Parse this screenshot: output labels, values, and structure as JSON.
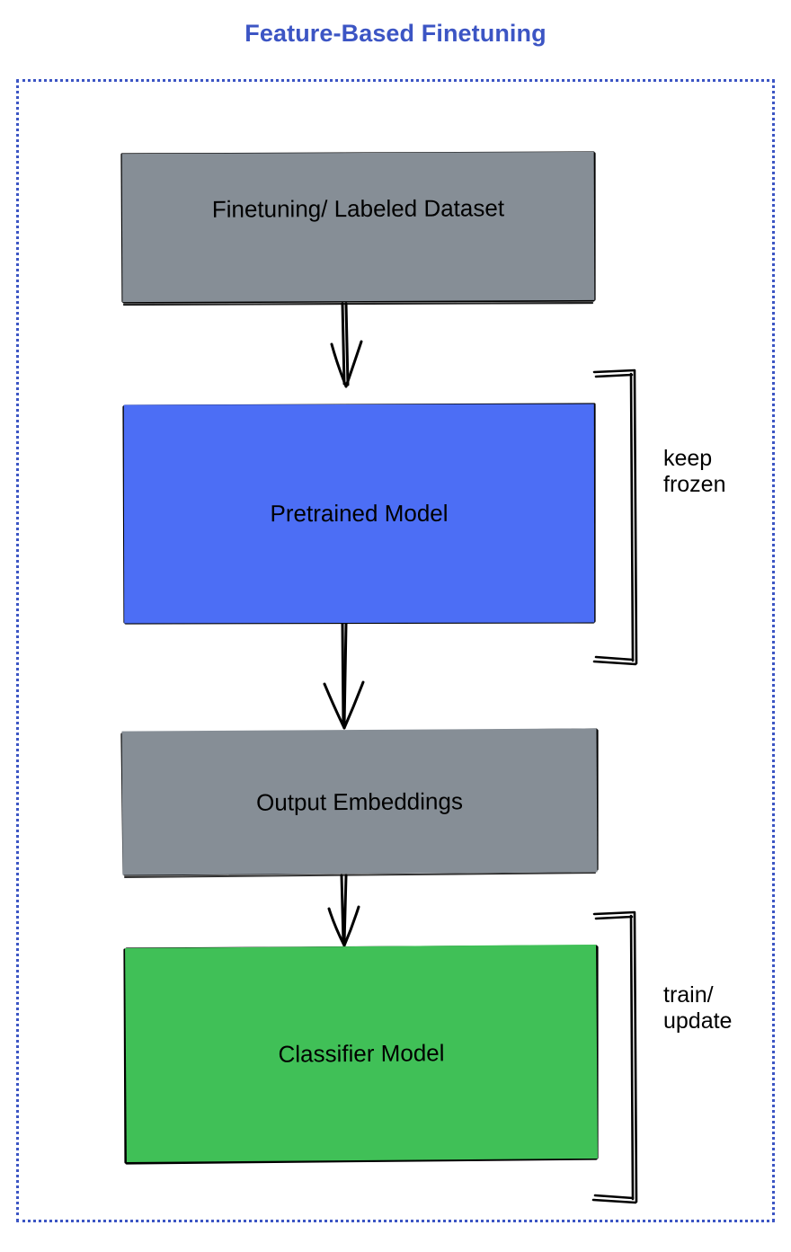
{
  "diagram": {
    "title": "Feature-Based Finetuning",
    "title_color": "#3c55c4",
    "frame": {
      "style": "dotted",
      "color": "#3c55c4"
    },
    "nodes": [
      {
        "id": "dataset",
        "label": "Finetuning/ Labeled Dataset",
        "fill": "#868e96",
        "stroke": "#000000"
      },
      {
        "id": "pretrained",
        "label": "Pretrained Model",
        "fill": "#4c6ef5",
        "stroke": "#000000"
      },
      {
        "id": "embeddings",
        "label": "Output Embeddings",
        "fill": "#868e96",
        "stroke": "#000000"
      },
      {
        "id": "classifier",
        "label": "Classifier Model",
        "fill": "#40c057",
        "stroke": "#000000"
      }
    ],
    "edges": [
      {
        "from": "dataset",
        "to": "pretrained",
        "arrow": "down"
      },
      {
        "from": "pretrained",
        "to": "embeddings",
        "arrow": "down"
      },
      {
        "from": "embeddings",
        "to": "classifier",
        "arrow": "down"
      }
    ],
    "annotations": [
      {
        "id": "keep-frozen",
        "label": "keep\nfrozen",
        "brackets": "pretrained"
      },
      {
        "id": "train-update",
        "label": "train/\nupdate",
        "brackets": "classifier"
      }
    ]
  }
}
